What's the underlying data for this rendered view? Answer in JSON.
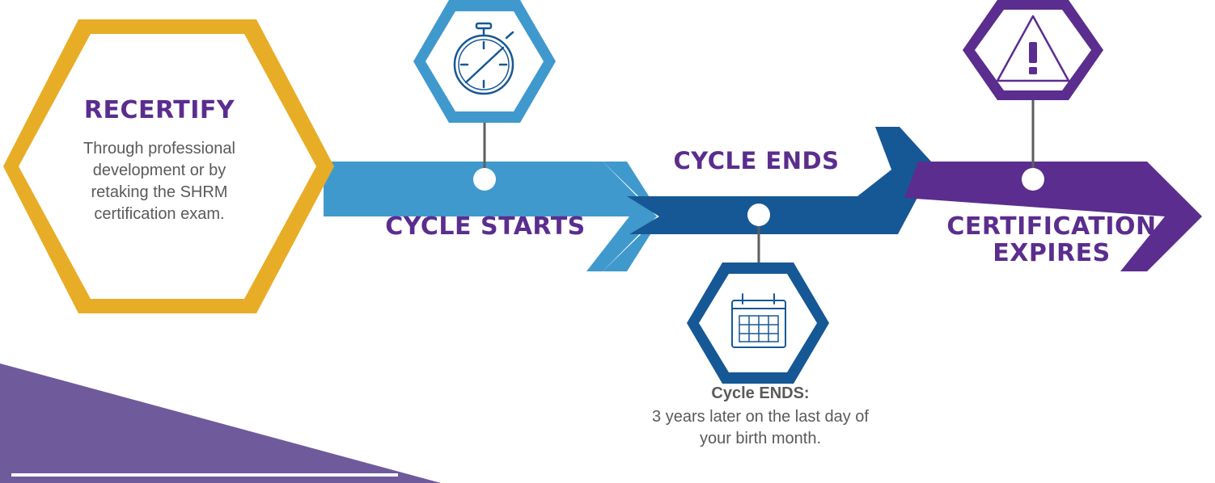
{
  "colors": {
    "gold": "#e8ad27",
    "light_blue": "#4099cd",
    "dark_blue": "#165895",
    "purple": "#5b2d8e",
    "light_purple": "#6f5a9c",
    "connector": "#5e5e5e",
    "body_text": "#5a5a5a"
  },
  "stages": {
    "recertify": {
      "title": "RECERTIFY",
      "description": "Through professional development or by retaking the SHRM certification exam."
    },
    "cycle_starts": {
      "title": "CYCLE STARTS",
      "icon": "stopwatch-icon"
    },
    "cycle_ends": {
      "title": "CYCLE ENDS",
      "icon": "calendar-icon",
      "note_heading": "Cycle ENDS:",
      "note_text": "3 years later on the last day of your birth month."
    },
    "certification_expires": {
      "title_line1": "CERTIFICATION",
      "title_line2": "EXPIRES",
      "icon": "warning-icon"
    }
  }
}
